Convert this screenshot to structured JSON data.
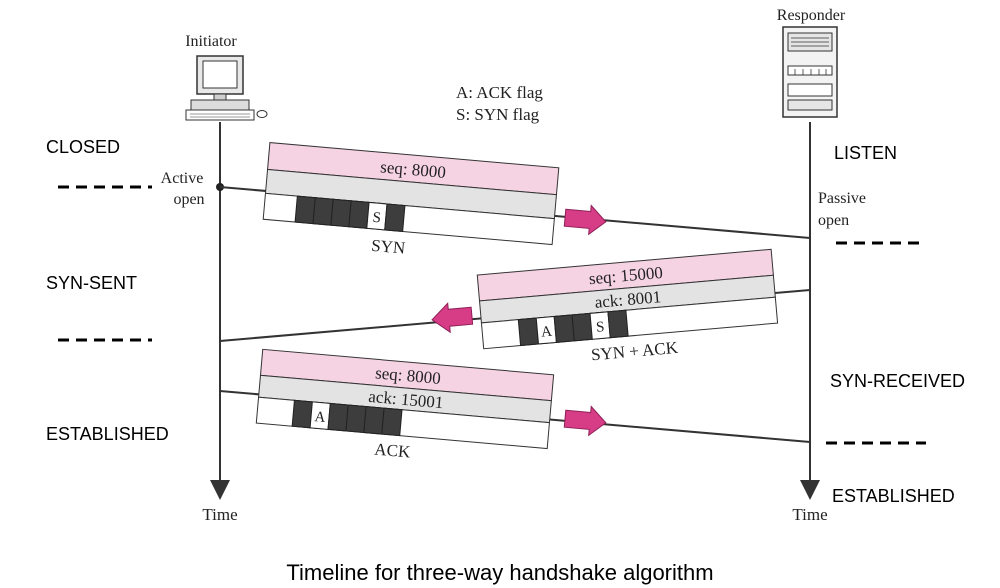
{
  "labels": {
    "initiator": "Initiator",
    "responder": "Responder",
    "legend_ack": "A: ACK flag",
    "legend_syn": "S: SYN flag",
    "active_open_1": "Active",
    "active_open_2": "open",
    "passive_open_1": "Passive",
    "passive_open_2": "open",
    "time_left": "Time",
    "time_right": "Time",
    "caption": "Timeline for three-way handshake algorithm"
  },
  "states": {
    "left": [
      "CLOSED",
      "SYN-SENT",
      "ESTABLISHED"
    ],
    "right": [
      "LISTEN",
      "SYN-RECEIVED",
      "ESTABLISHED"
    ]
  },
  "segments": [
    {
      "name": "SYN",
      "seq": "seq: 8000",
      "ack": "",
      "flags": [
        "",
        "",
        "",
        "",
        "S",
        ""
      ]
    },
    {
      "name": "SYN + ACK",
      "seq": "seq: 15000",
      "ack": "ack: 8001",
      "flags": [
        "",
        "A",
        "",
        "",
        "S",
        ""
      ]
    },
    {
      "name": "ACK",
      "seq": "seq: 8000",
      "ack": "ack: 15001",
      "flags": [
        "",
        "A",
        "",
        "",
        "",
        ""
      ]
    }
  ],
  "colors": {
    "header_pink": "#f6d3e3",
    "gray_row": "#e3e3e3",
    "flag_dark": "#3d3d3d",
    "arrow": "#d63d86",
    "line": "#333333"
  }
}
